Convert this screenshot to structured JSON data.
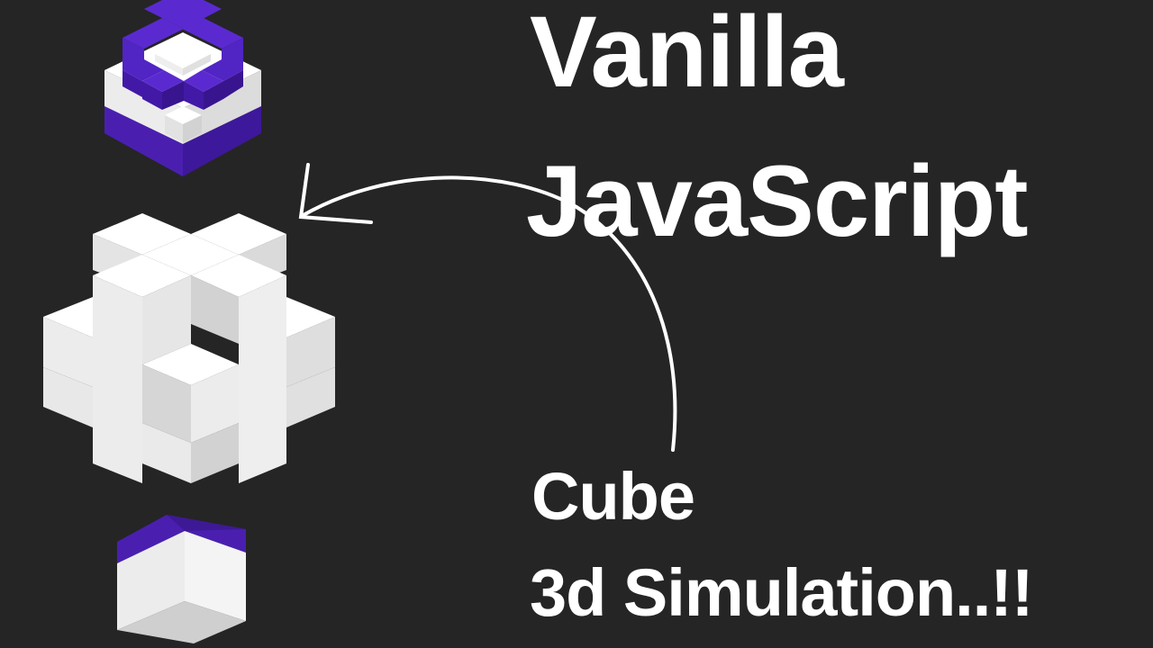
{
  "title": {
    "line1": "Vanilla",
    "line2": "JavaScript"
  },
  "subtitle": {
    "line1": "Cube",
    "line2": "3d Simulation..!!"
  },
  "colors": {
    "background": "#252525",
    "text": "#ffffff",
    "accent_purple": "#4a1fb0",
    "cube_top": "#ffffff",
    "cube_left": "#e6e6e6",
    "cube_right": "#cfcfcf"
  },
  "illustrations": [
    {
      "name": "purple-white-voxel-structure",
      "position": "top-left"
    },
    {
      "name": "white-3d-cross-shape",
      "position": "middle-left"
    },
    {
      "name": "purple-topped-cube",
      "position": "bottom-left"
    }
  ],
  "arrow": {
    "direction": "curved, pointing left toward cross shape"
  }
}
